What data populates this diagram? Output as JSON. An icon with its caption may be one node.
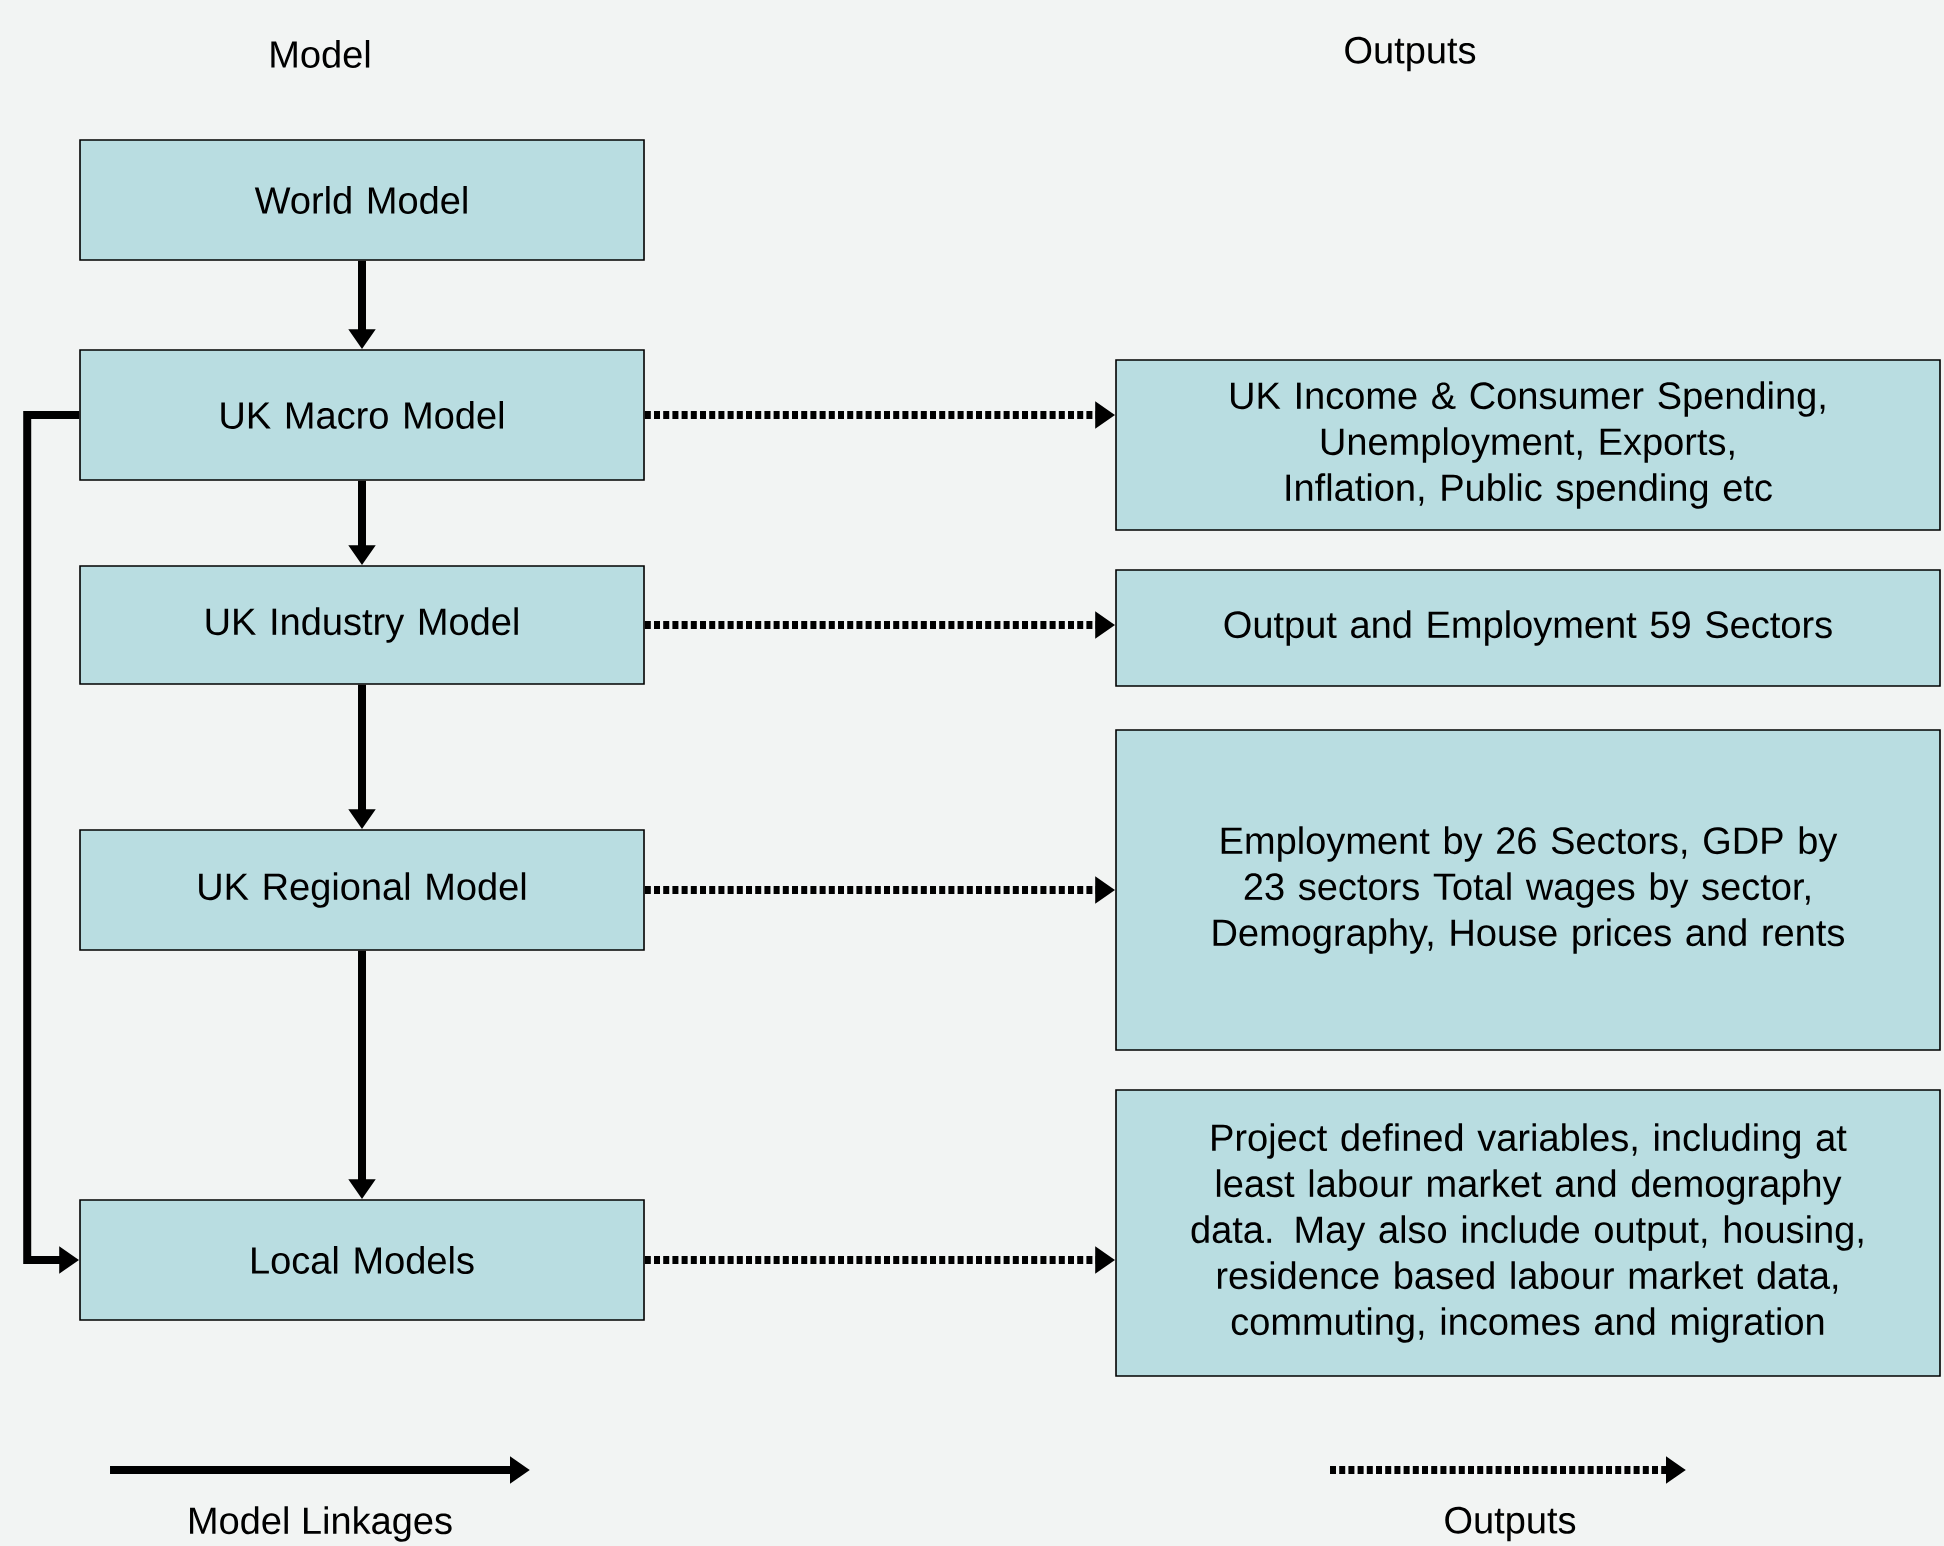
{
  "diagram": {
    "nodes": [
      {
        "text": [
          "World Model"
        ]
      },
      {
        "text": [
          "UK Macro Model"
        ]
      },
      {
        "text": [
          "UK Industry Model"
        ]
      },
      {
        "text": [
          "UK Regional Model"
        ]
      },
      {
        "text": [
          "Local Models"
        ]
      },
      {
        "text": [
          "UK Income & Consumer Spending, Unemployment, Exports, Inflation, Public spending etc"
        ]
      },
      {
        "text": [
          "Output and Employment 59 Sectors"
        ]
      },
      {
        "text": [
          "Employment by 26 Sectors, GDP by 23 sectors Total wages by sector, Demography, House prices and rents"
        ]
      },
      {
        "text": [
          "Project defined variables, including at least labour market and demography data. May also include output, housing, residence based labour market data, commuting, incomes and migration"
        ]
      }
    ],
    "edges": [
      {
        "from": 0,
        "to": 1,
        "arrow": "to"
      },
      {
        "from": 1,
        "to": 2,
        "arrow": "to"
      },
      {
        "from": 2,
        "to": 3,
        "arrow": "to"
      },
      {
        "from": 3,
        "to": 4,
        "arrow": "to"
      },
      {
        "from": 1,
        "to": 4,
        "arrow": "to"
      },
      {
        "from": 1,
        "to": 5,
        "arrow": "to",
        "style": "dashed"
      },
      {
        "from": 2,
        "to": 6,
        "arrow": "to",
        "style": "dashed"
      },
      {
        "from": 3,
        "to": 7,
        "arrow": "to",
        "style": "dashed"
      },
      {
        "from": 4,
        "to": 8,
        "arrow": "to",
        "style": "dashed"
      }
    ],
    "labels": [
      "Model",
      "Outputs"
    ],
    "legend": [
      {
        "text": "Model Linkages"
      },
      {
        "text": "Outputs"
      }
    ]
  }
}
